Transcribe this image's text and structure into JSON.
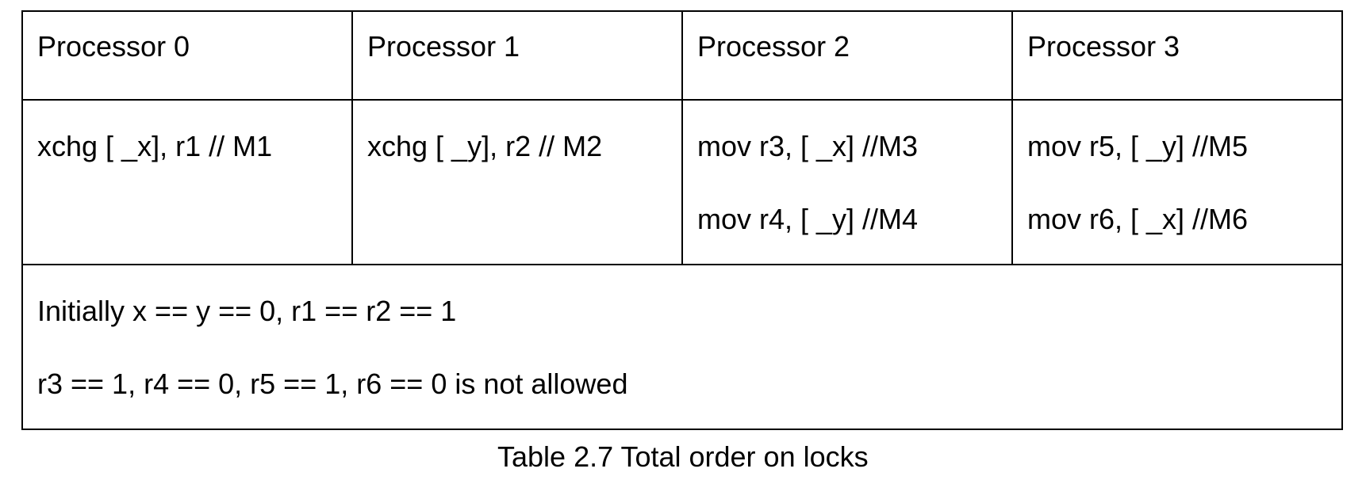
{
  "table": {
    "headers": [
      "Processor 0",
      "Processor 1",
      "Processor 2",
      "Processor 3"
    ],
    "code": [
      [
        "xchg [ _x], r1 // M1"
      ],
      [
        "xchg [ _y], r2 // M2"
      ],
      [
        "mov r3, [ _x] //M3",
        "mov r4, [ _y] //M4"
      ],
      [
        "mov r5, [ _y] //M5",
        "mov r6, [ _x] //M6"
      ]
    ],
    "conditions": [
      "Initially x == y == 0, r1 == r2 == 1",
      "r3 == 1, r4 == 0, r5 == 1, r6 == 0 is not allowed"
    ]
  },
  "caption": "Table 2.7 Total order on locks"
}
